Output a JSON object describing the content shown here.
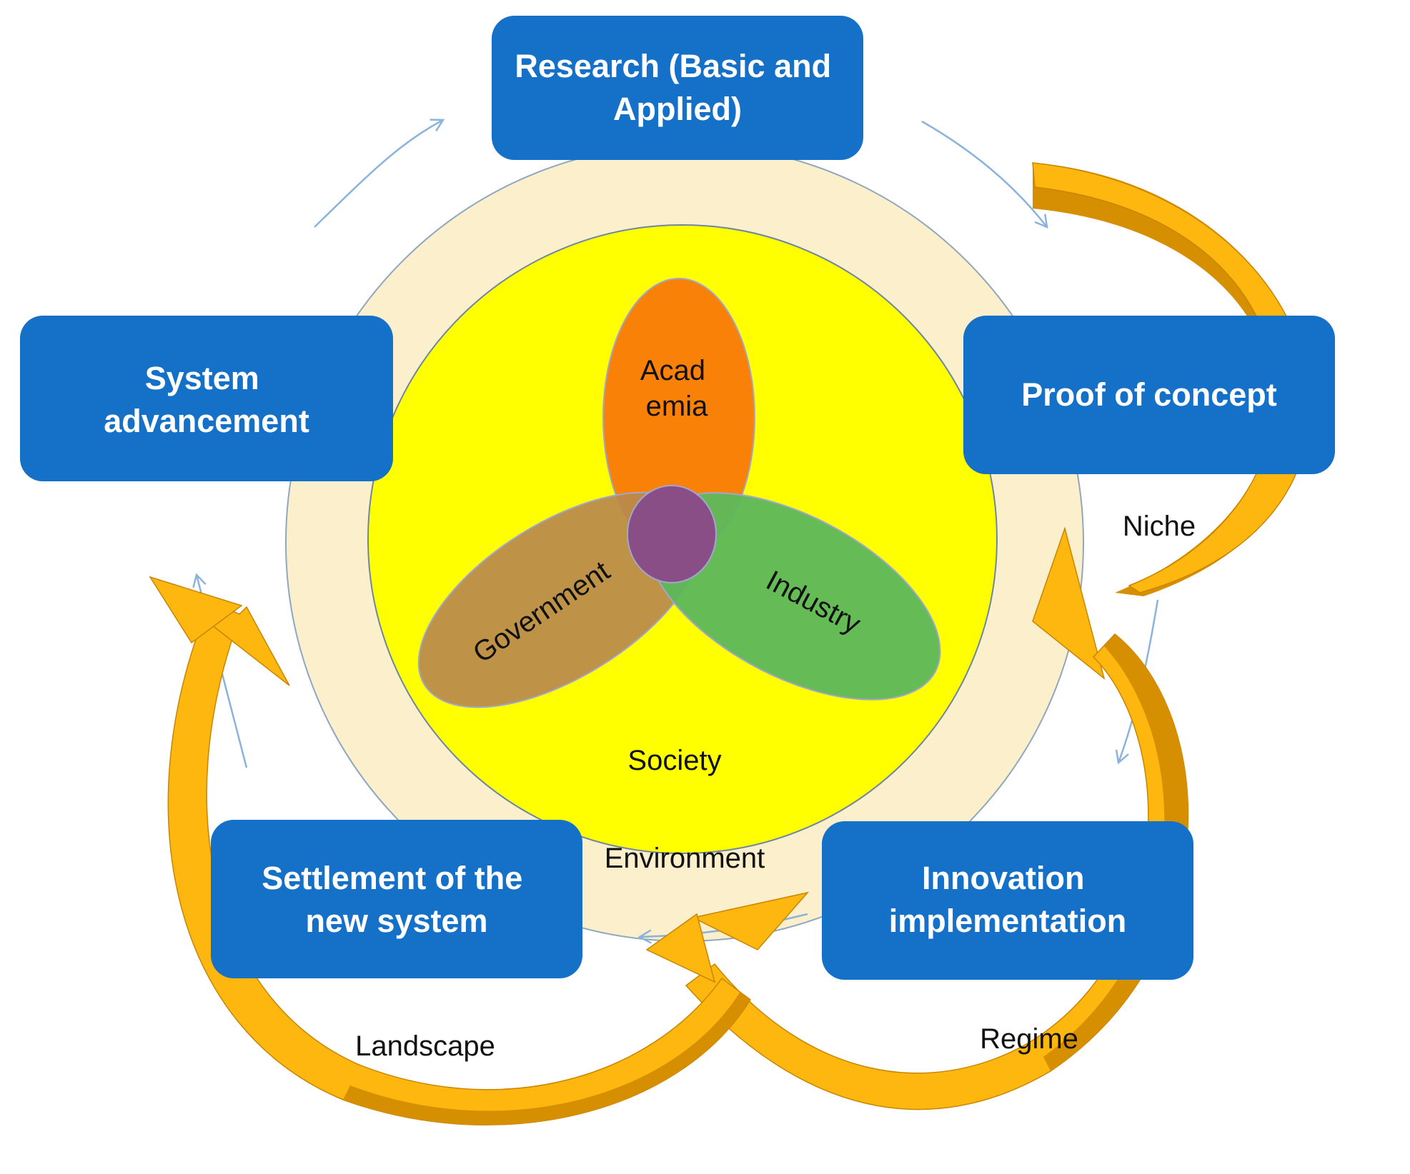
{
  "boxes": {
    "research": [
      "Research (Basic and",
      "Applied)"
    ],
    "proof": [
      "Proof of concept"
    ],
    "innovation": [
      "Innovation",
      "implementation"
    ],
    "settlement": [
      "Settlement of the",
      "new system"
    ],
    "system": [
      "System",
      "advancement"
    ]
  },
  "center": {
    "academia": [
      "Acad",
      "emia"
    ],
    "government": "Government",
    "industry": "Industry",
    "society": "Society",
    "environment": "Environment"
  },
  "levels": {
    "niche": "Niche",
    "regime": "Regime",
    "landscape": "Landscape"
  },
  "colors": {
    "box": "#1570C8",
    "environment": "#FCEFCC",
    "society": "#FFFF00",
    "academia": "#F97A08",
    "government": "#B9894D",
    "industry": "#5DB85C",
    "overlap": "#8A4E86",
    "arrow_fill": "#FDB70E",
    "arrow_dark": "#D58F00",
    "thin_arrow": "#8BB3DC"
  }
}
